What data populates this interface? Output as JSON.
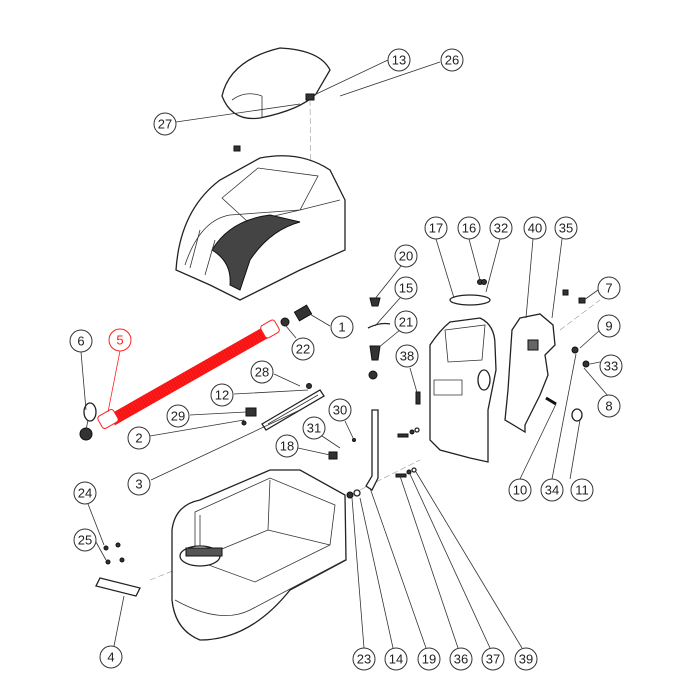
{
  "title": "Exploded parts diagram",
  "highlight_color": "#ff2020",
  "hose_color": "#ff1a1a",
  "highlighted_part": "5",
  "callouts": [
    "13",
    "26",
    "27",
    "1",
    "22",
    "6",
    "5",
    "20",
    "15",
    "21",
    "38",
    "17",
    "16",
    "32",
    "40",
    "35",
    "7",
    "9",
    "33",
    "8",
    "10",
    "34",
    "11",
    "28",
    "12",
    "29",
    "2",
    "30",
    "31",
    "18",
    "3",
    "24",
    "25",
    "4",
    "23",
    "14",
    "19",
    "36",
    "37",
    "39"
  ]
}
